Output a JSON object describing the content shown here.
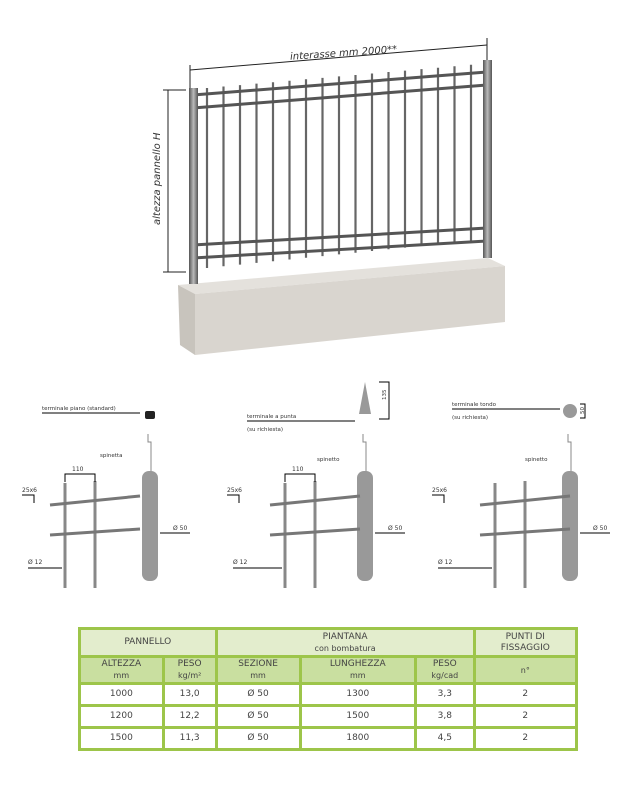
{
  "main_drawing": {
    "width_label": "interasse mm 2000**",
    "height_label": "altezza pannello H"
  },
  "details": [
    {
      "terminal": "terminale piano (standard)",
      "note": "",
      "pin": "spinetta",
      "spacing": "110",
      "rail": "25x6",
      "bar": "Ø 12",
      "post": "Ø 50",
      "dim": ""
    },
    {
      "terminal": "terminale a punta",
      "note": "(su richiesta)",
      "pin": "spinetto",
      "spacing": "110",
      "rail": "25x6",
      "bar": "Ø 12",
      "post": "Ø 50",
      "dim": "135"
    },
    {
      "terminal": "terminale tondo",
      "note": "(su richiesta)",
      "pin": "spinetto",
      "spacing": "",
      "rail": "25x6",
      "bar": "Ø 12",
      "post": "Ø 50",
      "dim": "50"
    }
  ],
  "table": {
    "groups": {
      "pannello": "PANNELLO",
      "piantana": "PIANTANA",
      "piantana_sub": "con bombatura",
      "punti": "PUNTI DI",
      "punti2": "FISSAGGIO"
    },
    "columns": [
      {
        "label": "ALTEZZA",
        "unit": "mm"
      },
      {
        "label": "PESO",
        "unit": "kg/m²"
      },
      {
        "label": "SEZIONE",
        "unit": "mm"
      },
      {
        "label": "LUNGHEZZA",
        "unit": "mm"
      },
      {
        "label": "PESO",
        "unit": "kg/cad"
      },
      {
        "label": "",
        "unit": "n°"
      }
    ],
    "rows": [
      [
        "1000",
        "13,0",
        "Ø 50",
        "1300",
        "3,3",
        "2"
      ],
      [
        "1200",
        "12,2",
        "Ø 50",
        "1500",
        "3,8",
        "2"
      ],
      [
        "1500",
        "11,3",
        "Ø 50",
        "1800",
        "4,5",
        "2"
      ]
    ]
  }
}
